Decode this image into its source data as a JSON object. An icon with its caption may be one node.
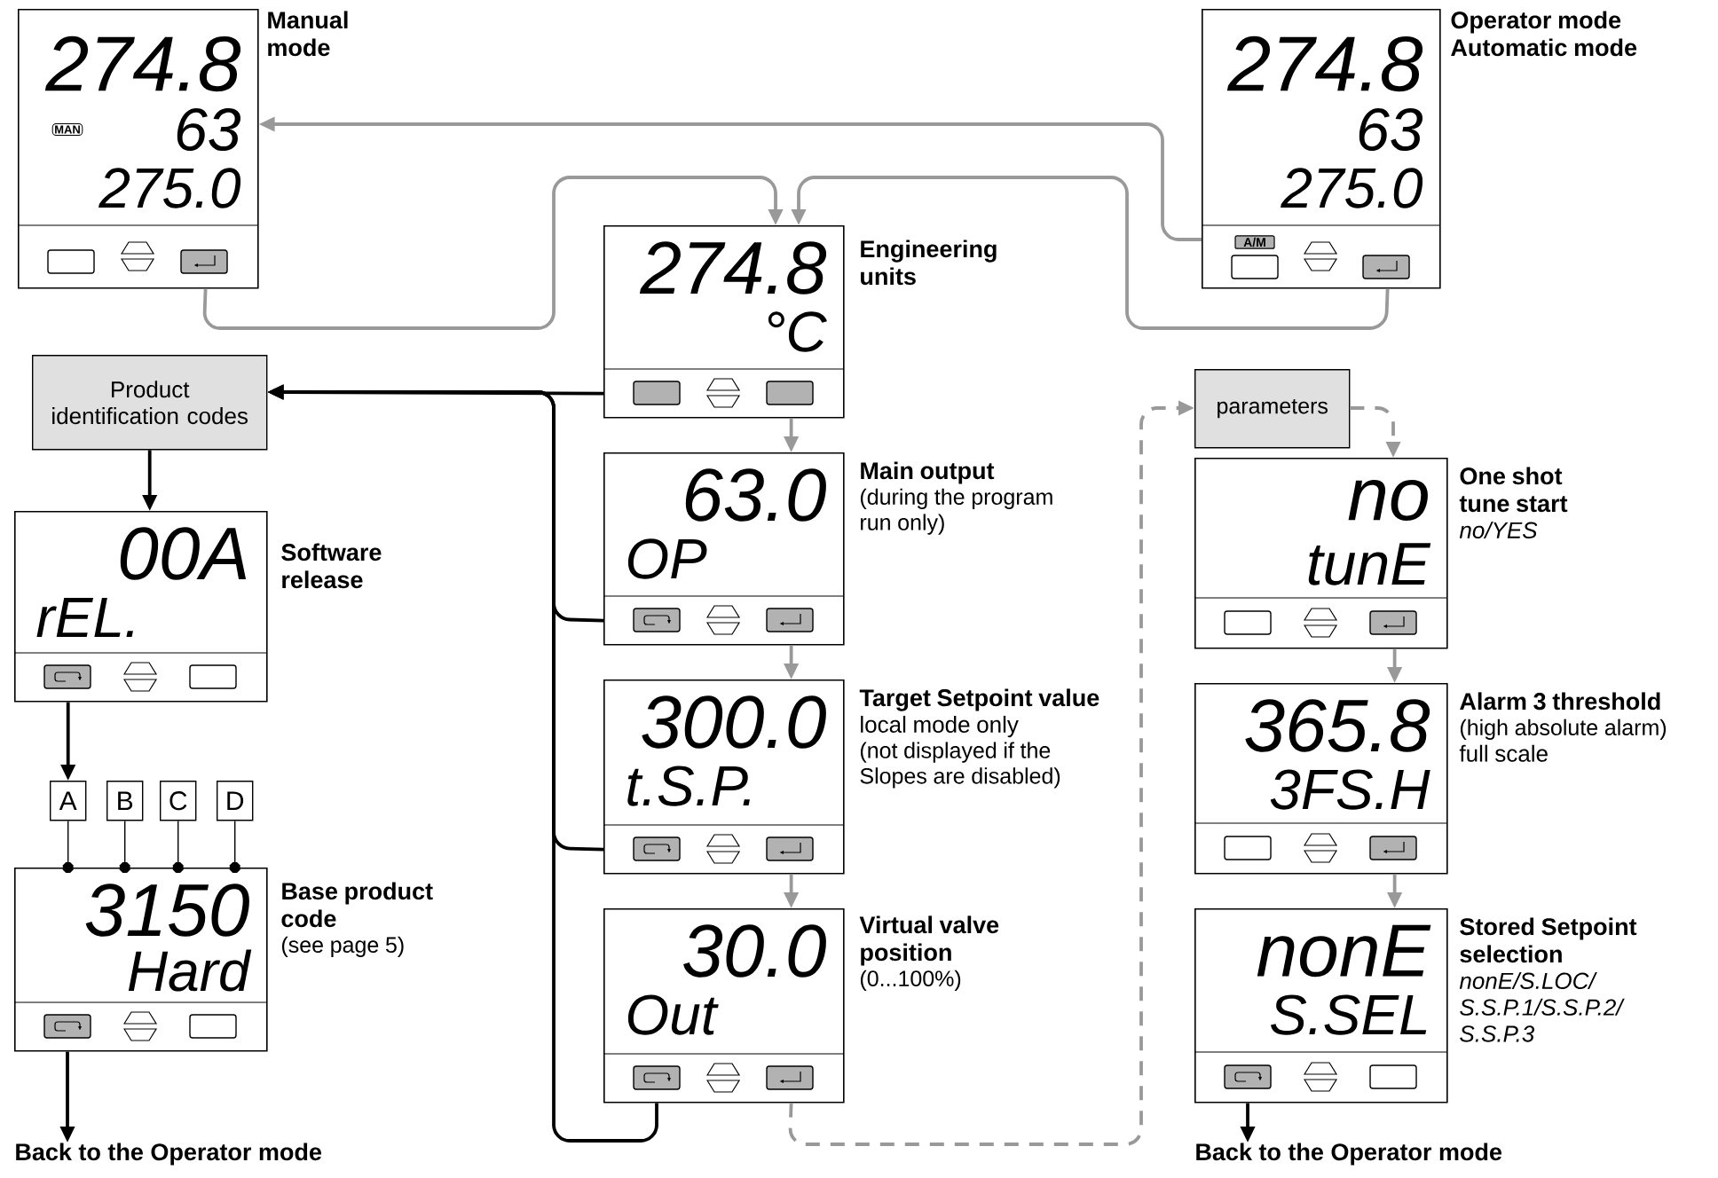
{
  "diagram": {
    "nodes": [
      {
        "text": [
          "274.8",
          "MAN",
          "63",
          "275.0"
        ],
        "beside": [
          "Manual mode"
        ]
      },
      {
        "text": [
          "274.8",
          "63",
          "275.0",
          "A/M"
        ],
        "beside": [
          "Operator mode Automatic mode"
        ]
      },
      {
        "text": [
          "274.8",
          "°C"
        ],
        "beside": [
          "Engineering units"
        ]
      },
      {
        "text": [
          "Product identification codes"
        ]
      },
      {
        "text": [
          "00A",
          "rEL."
        ],
        "beside": [
          "Software release"
        ]
      },
      {
        "text": [
          "A"
        ]
      },
      {
        "text": [
          "B"
        ]
      },
      {
        "text": [
          "C"
        ]
      },
      {
        "text": [
          "D"
        ]
      },
      {
        "text": [
          "3150",
          "Hard"
        ],
        "beside": [
          "Base product code",
          "(see page 5)"
        ]
      },
      {
        "text": [
          "63.0",
          "OP"
        ],
        "beside": [
          "Main output",
          "(during the program run only)"
        ]
      },
      {
        "text": [
          "300.0",
          "t.S.P."
        ],
        "beside": [
          "Target Setpoint value",
          "local mode only",
          "(not displayed if the Slopes are disabled)"
        ]
      },
      {
        "text": [
          "30.0",
          "Out"
        ],
        "beside": [
          "Virtual valve position",
          "(0...100%)"
        ]
      },
      {
        "text": [
          "parameters"
        ]
      },
      {
        "text": [
          "no",
          "tunE"
        ],
        "beside": [
          "One shot tune start",
          "no/YES"
        ]
      },
      {
        "text": [
          "365.8",
          "3FS.H"
        ],
        "beside": [
          "Alarm 3 threshold",
          "(high absolute alarm)",
          "full scale"
        ]
      },
      {
        "text": [
          "nonE",
          "S.SEL"
        ],
        "beside": [
          "Stored Setpoint selection",
          "nonE/S.LOC/ S.S.P.1/S.S.P.2/ S.S.P.3"
        ]
      },
      {
        "text": [
          "Back to the Operator mode"
        ]
      },
      {
        "text": [
          "Back to the Operator mode"
        ]
      }
    ],
    "edges": [
      {
        "from": 0,
        "to": 2,
        "arrow": "to",
        "color": "#999999"
      },
      {
        "from": 1,
        "to": 2,
        "arrow": "to",
        "color": "#999999"
      },
      {
        "from": 1,
        "to": 0,
        "arrow": "to",
        "color": "#999999"
      },
      {
        "from": 2,
        "to": 10,
        "arrow": "to",
        "color": "#999999"
      },
      {
        "from": 10,
        "to": 11,
        "arrow": "to",
        "color": "#999999"
      },
      {
        "from": 11,
        "to": 12,
        "arrow": "to",
        "color": "#999999"
      },
      {
        "from": 2,
        "to": 3,
        "arrow": "to"
      },
      {
        "from": 10,
        "to": 3,
        "arrow": "to"
      },
      {
        "from": 11,
        "to": 3,
        "arrow": "to"
      },
      {
        "from": 12,
        "to": 3,
        "arrow": "to"
      },
      {
        "from": 3,
        "to": 4,
        "arrow": "to"
      },
      {
        "from": 4,
        "to": 5,
        "arrow": "to"
      },
      {
        "from": 5,
        "to": 9,
        "arrow": "other"
      },
      {
        "from": 6,
        "to": 9,
        "arrow": "other"
      },
      {
        "from": 7,
        "to": 9,
        "arrow": "other"
      },
      {
        "from": 8,
        "to": 9,
        "arrow": "other"
      },
      {
        "from": 9,
        "to": 17,
        "arrow": "to"
      },
      {
        "from": 12,
        "to": 13,
        "arrow": "to",
        "style": "dashed",
        "color": "#999999"
      },
      {
        "from": 13,
        "to": 14,
        "arrow": "to",
        "style": "dashed",
        "color": "#999999"
      },
      {
        "from": 14,
        "to": 15,
        "arrow": "to",
        "color": "#999999"
      },
      {
        "from": 15,
        "to": 16,
        "arrow": "to",
        "color": "#999999"
      },
      {
        "from": 16,
        "to": 18,
        "arrow": "to"
      }
    ]
  }
}
